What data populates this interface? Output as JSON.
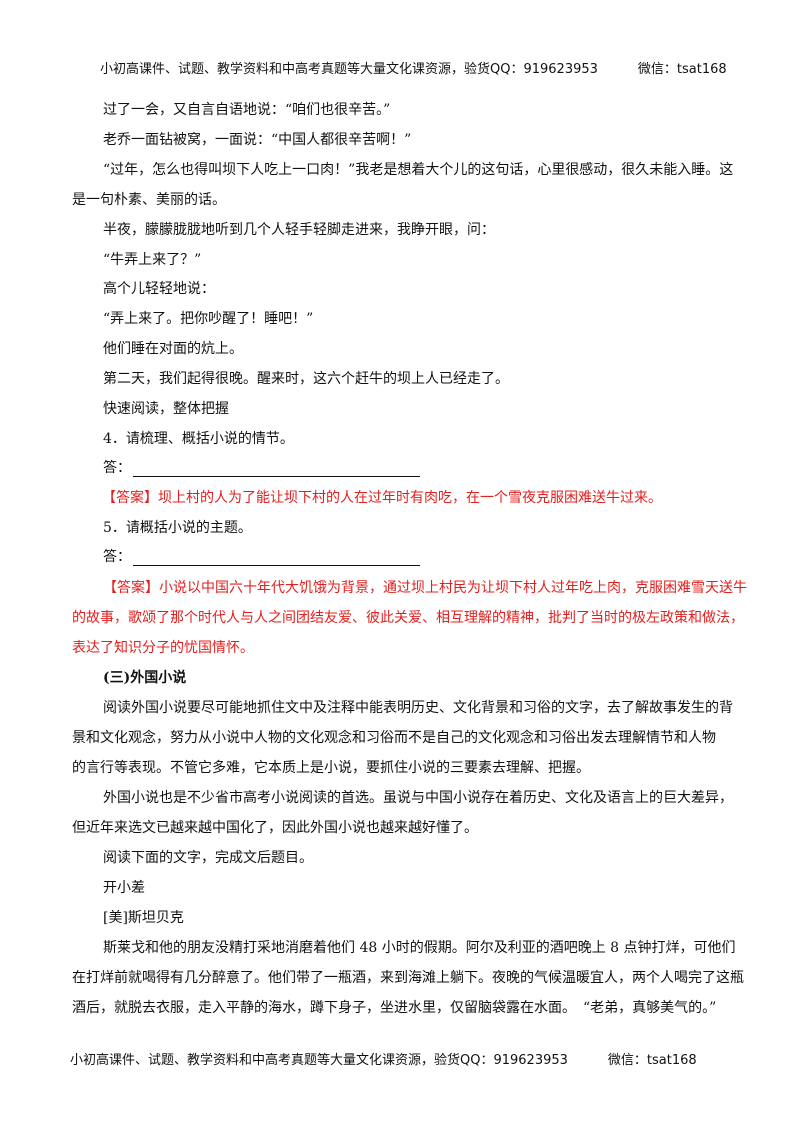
{
  "header": {
    "text": "小初高课件、试题、教学资料和中高考真题等大量文化课资源，验货QQ：919623953",
    "wechat": "微信：tsat168"
  },
  "body": {
    "l1": "过了一会，又自言自语地说：“咱们也很辛苦。”",
    "l2": "老乔一面钻被窝，一面说：“中国人都很辛苦啊！”",
    "l3a": "“过年，怎么也得叫坝下人吃上一口肉！”我老是想着大个儿的这句话，心里很感动，很久未能入睡。这",
    "l3b": "是一句朴素、美丽的话。",
    "l4": "半夜，朦朦胧胧地听到几个人轻手轻脚走进来，我睁开眼，问：",
    "l5": "“牛弄上来了？”",
    "l6": "高个儿轻轻地说：",
    "l7": "“弄上来了。把你吵醒了！睡吧！”",
    "l8": "他们睡在对面的炕上。",
    "l9": "第二天，我们起得很晚。醒来时，这六个赶牛的坝上人已经走了。",
    "l10": "快速阅读，整体把握",
    "q4": "4．请梳理、概括小说的情节。",
    "ans_label": "答：",
    "a4": "【答案】坝上村的人为了能让坝下村的人在过年时有肉吃，在一个雪夜克服困难送牛过来。",
    "q5": "5．请概括小说的主题。",
    "a5a": "【答案】小说以中国六十年代大饥饿为背景，通过坝上村民为让坝下村人过年吃上肉，克服困难雪天送牛",
    "a5b": "的故事，歌颂了那个时代人与人之间团结友爱、彼此关爱、相互理解的精神，批判了当时的极左政策和做法，",
    "a5c": "表达了知识分子的忧国情怀。",
    "sec3": "(三)外国小说",
    "p1a": "阅读外国小说要尽可能地抓住文中及注释中能表明历史、文化背景和习俗的文字，去了解故事发生的背",
    "p1b": "景和文化观念，努力从小说中人物的文化观念和习俗而不是自己的文化观念和习俗出发去理解情节和人物",
    "p1c": "的言行等表现。不管它多难，它本质上是小说，要抓住小说的三要素去理解、把握。",
    "p2a": "外国小说也是不少省市高考小说阅读的首选。虽说与中国小说存在着历史、文化及语言上的巨大差异，",
    "p2b": "但近年来选文已越来越中国化了，因此外国小说也越来越好懂了。",
    "p3": "阅读下面的文字，完成文后题目。",
    "title": "开小差",
    "author": "[美]斯坦贝克",
    "s1a": "斯莱戈和他的朋友没精打采地消磨着他们 48 小时的假期。阿尔及利亚的酒吧晚上 8 点钟打烊，可他们",
    "s1b": "在打烊前就喝得有几分醉意了。他们带了一瓶酒，来到海滩上躺下。夜晚的气候温暖宜人，两个人喝完了这瓶",
    "s1c": "酒后，就脱去衣服，走入平静的海水，蹲下身子，坐进水里，仅留脑袋露在水面。　“老弟，真够美气的。”"
  },
  "footer": {
    "text": "小初高课件、试题、教学资料和中高考真题等大量文化课资源，验货QQ：919623953",
    "wechat": "微信：tsat168"
  }
}
